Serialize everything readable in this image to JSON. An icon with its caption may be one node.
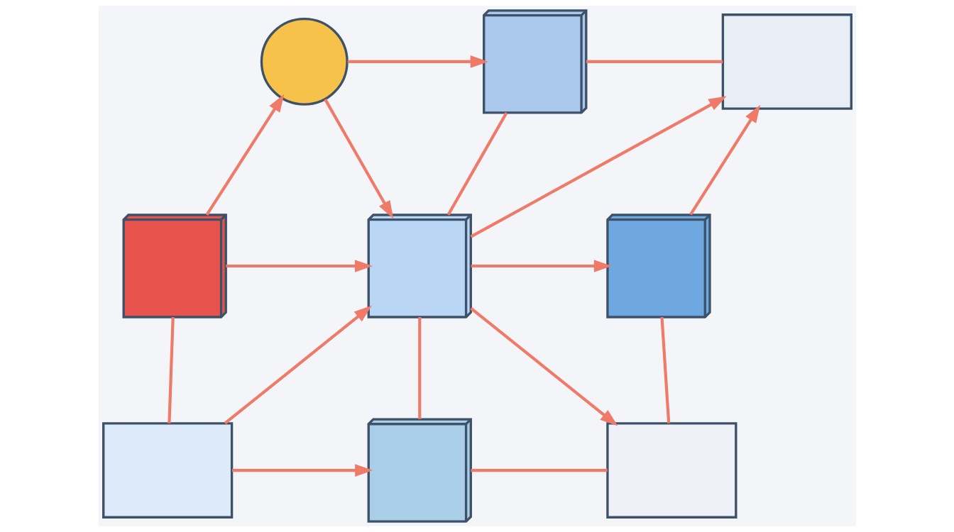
{
  "diagram": {
    "nodes": [
      {
        "text": [],
        "shape": "person"
      },
      {
        "text": [],
        "shape": "cube"
      },
      {
        "text": [],
        "shape": "box"
      },
      {
        "text": [],
        "shape": "cube"
      },
      {
        "text": [],
        "shape": "cube"
      },
      {
        "text": [],
        "shape": "cube"
      },
      {
        "text": [],
        "shape": "box"
      },
      {
        "text": [],
        "shape": "cube"
      },
      {
        "text": [],
        "shape": "box"
      }
    ],
    "edges": [
      {
        "from": 0,
        "to": 1,
        "arrow": "to"
      },
      {
        "from": 1,
        "to": 2,
        "arrow": "none"
      },
      {
        "from": 0,
        "to": 4,
        "arrow": "to"
      },
      {
        "from": 3,
        "to": 0,
        "arrow": "to"
      },
      {
        "from": 3,
        "to": 4,
        "arrow": "to"
      },
      {
        "from": 4,
        "to": 2,
        "arrow": "to"
      },
      {
        "from": 4,
        "to": 5,
        "arrow": "to"
      },
      {
        "from": 5,
        "to": 2,
        "arrow": "to"
      },
      {
        "from": 1,
        "to": 4,
        "arrow": "none"
      },
      {
        "from": 6,
        "to": 4,
        "arrow": "to"
      },
      {
        "from": 3,
        "to": 6,
        "arrow": "none"
      },
      {
        "from": 4,
        "to": 8,
        "arrow": "to"
      },
      {
        "from": 4,
        "to": 7,
        "arrow": "none"
      },
      {
        "from": 6,
        "to": 7,
        "arrow": "to"
      },
      {
        "from": 7,
        "to": 8,
        "arrow": "none"
      },
      {
        "from": 8,
        "to": 5,
        "arrow": "none"
      }
    ]
  }
}
